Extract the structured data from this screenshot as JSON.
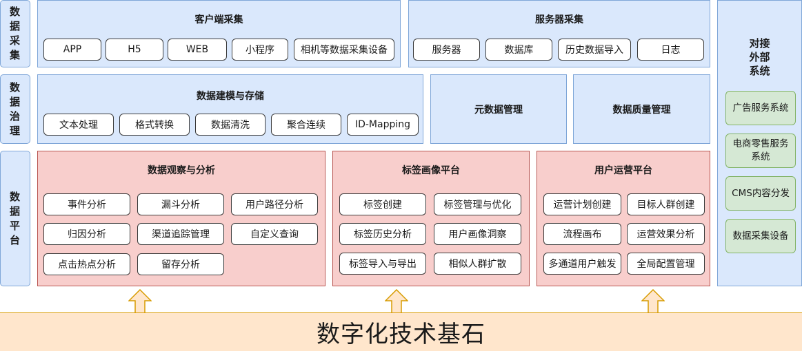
{
  "side_labels": {
    "collect": "数\n据\n采\n集",
    "govern": "数\n据\n治\n理",
    "platform": "数\n据\n平\n台"
  },
  "client_collect": {
    "title": "客户端采集",
    "items": [
      "APP",
      "H5",
      "WEB",
      "小程序",
      "相机等数据采集设备"
    ]
  },
  "server_collect": {
    "title": "服务器采集",
    "items": [
      "服务器",
      "数据库",
      "历史数据导入",
      "日志"
    ]
  },
  "modeling": {
    "title": "数据建模与存储",
    "items": [
      "文本处理",
      "格式转换",
      "数据清洗",
      "聚合连续",
      "ID-Mapping"
    ]
  },
  "metadata": {
    "title": "元数据管理"
  },
  "quality": {
    "title": "数据质量管理"
  },
  "analysis": {
    "title": "数据观察与分析",
    "items": [
      "事件分析",
      "漏斗分析",
      "用户路径分析",
      "归因分析",
      "渠道追踪管理",
      "自定义查询",
      "点击热点分析",
      "留存分析"
    ]
  },
  "tagging": {
    "title": "标签画像平台",
    "items": [
      "标签创建",
      "标签管理与优化",
      "标签历史分析",
      "用户画像洞察",
      "标签导入与导出",
      "相似人群扩散"
    ]
  },
  "operation": {
    "title": "用户运营平台",
    "items": [
      "运营计划创建",
      "目标人群创建",
      "流程画布",
      "运营效果分析",
      "多通道用户触发",
      "全局配置管理"
    ]
  },
  "external": {
    "title": "对接\n外部\n系统",
    "items": [
      "广告服务系统",
      "电商零售服务\n系统",
      "CMS内容分发",
      "数据采集设备"
    ]
  },
  "base": {
    "title": "数字化技术基石"
  },
  "colors": {
    "blue_fill": "#dae8fc",
    "blue_border": "#7ea6d8",
    "red_fill": "#f8cecc",
    "red_border": "#b85450",
    "green_fill": "#d5e8d4",
    "green_border": "#82b366",
    "orange_fill": "#ffe6cc",
    "orange_border": "#d79b00"
  }
}
